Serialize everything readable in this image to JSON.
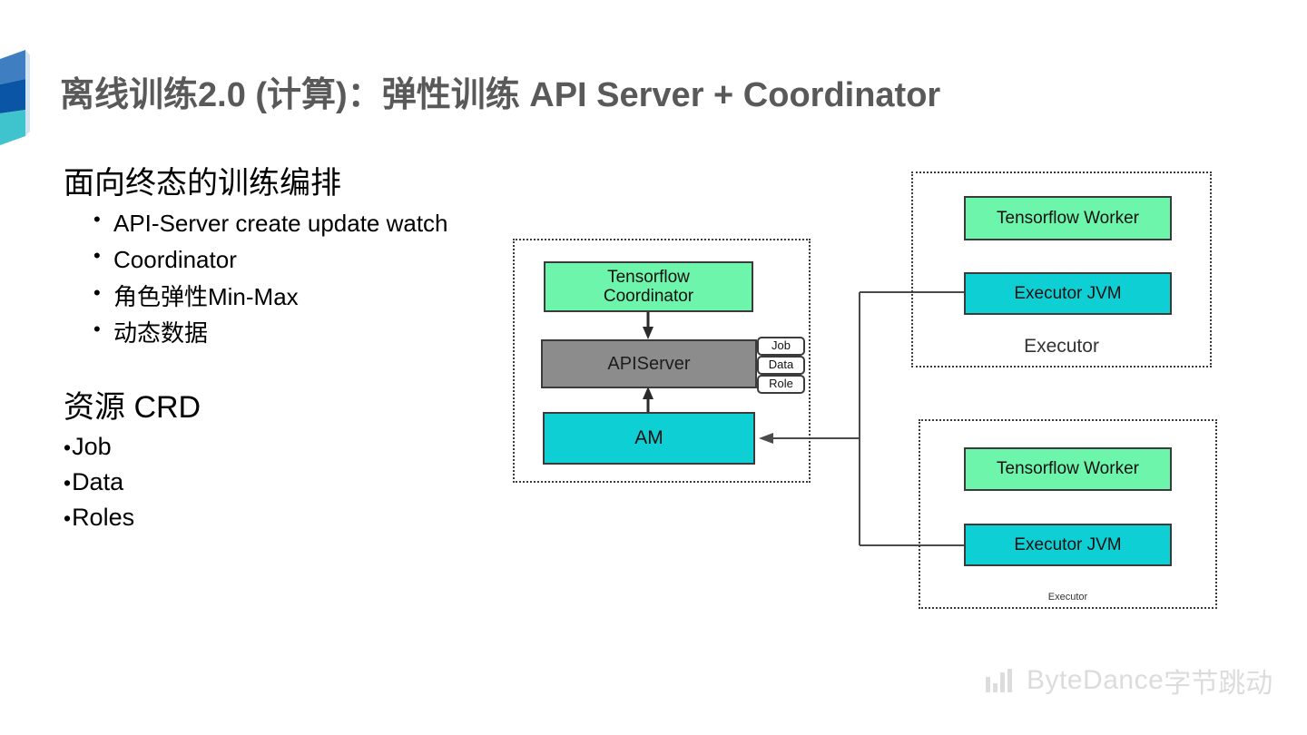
{
  "slide": {
    "title": "离线训练2.0 (计算)：弹性训练 API Server + Coordinator",
    "title_color": "#595959",
    "background": "#ffffff"
  },
  "logo": {
    "name": "bookmark-ribbon-logo",
    "colors": [
      "#3f7fc1",
      "#0b55a6",
      "#3fc3cc"
    ]
  },
  "left_content": {
    "section_one": {
      "heading": "面向终态的训练编排",
      "bullets": [
        "API-Server create update watch",
        "Coordinator",
        "角色弹性Min-Max",
        "动态数据"
      ]
    },
    "section_two": {
      "heading": "资源 CRD",
      "bullets": [
        "Job",
        "Data",
        "Roles"
      ]
    }
  },
  "diagram": {
    "colors": {
      "green": "#6ef5ac",
      "cyan": "#0ecfd3",
      "gray": "#8c8c8c",
      "stroke": "#3b3b3b",
      "line": "#4a4a4a"
    },
    "control_plane": {
      "coordinator": "Tensorflow\nCoordinator",
      "coordinator_line1": "Tensorflow",
      "coordinator_line2": "Coordinator",
      "apiserver": "APIServer",
      "am": "AM",
      "crd_tags": [
        "Job",
        "Data",
        "Role"
      ]
    },
    "executors": [
      {
        "caption": "Executor",
        "worker": "Tensorflow Worker",
        "jvm": "Executor JVM"
      },
      {
        "caption": "Executor",
        "worker": "Tensorflow Worker",
        "jvm": "Executor JVM"
      }
    ]
  },
  "footer": {
    "brand_en": "ByteDance",
    "brand_cn": "字节跳动",
    "color": "#dcdcdc"
  }
}
